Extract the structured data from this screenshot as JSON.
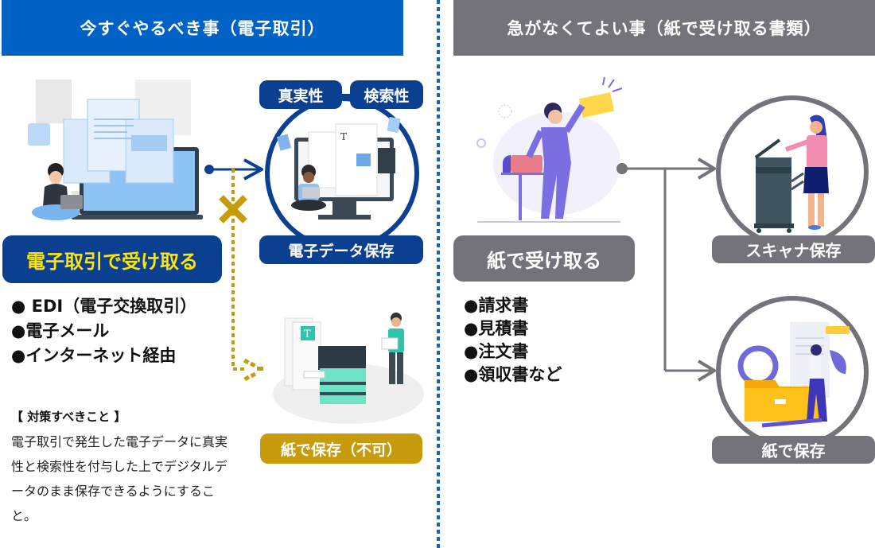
{
  "left_panel": {
    "header": "今すぐやるべき事（電子取引）",
    "main_label": "電子取引で受け取る",
    "methods": [
      "● EDI（電子交換取引）",
      "●電子メール",
      "●インターネット経由"
    ],
    "note_title": "【 対策すべきこと 】",
    "note_body": "電子取引で発生した電子データに真実性と検索性を付与した上でデジタルデータのまま保存できるようにすること。",
    "requirement_tags": [
      "真実性",
      "検索性"
    ],
    "ok_destination": "電子データ保存",
    "ng_destination": "紙で保存（不可）",
    "ng_mark": "×"
  },
  "right_panel": {
    "header": "急がなくてよい事（紙で受け取る書類）",
    "main_label": "紙で受け取る",
    "documents": [
      "●請求書",
      "●見積書",
      "●注文書",
      "●領収書など"
    ],
    "destinations": [
      "スキャナ保存",
      "紙で保存"
    ]
  },
  "colors": {
    "electronic_blue": "#0062c4",
    "navy": "#0b3f8f",
    "accent_yellow": "#ffe600",
    "gold": "#c89b0c",
    "paper_gray": "#74737b"
  }
}
